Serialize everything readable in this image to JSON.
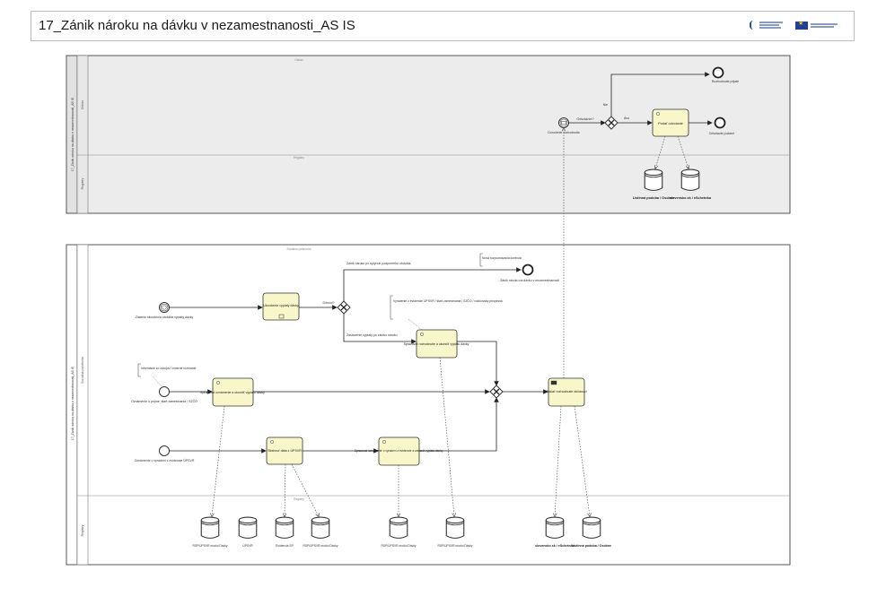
{
  "title": "17_Zánik nároku na dávku v nezamestnanosti_AS IS",
  "pools": {
    "top": {
      "name": "17_Zánik nároku na dávku v nezamestnanosti_AS IS",
      "lane1": "Občan",
      "lane2": "Registry"
    },
    "bottom": {
      "name": "17_Zánik nároku na dávku v nezamestnanosti_AS IS",
      "lane1": "Sociálna poisťovňa",
      "lane2": "Registry"
    }
  },
  "events": {
    "top_start": "Doručenie rozhodnutia",
    "end_appeal": "Rozhodnutie prijaté",
    "end_done": "Odvolanie podané",
    "start_eligible": "Zistenie skončenia obdobia výplaty dávky",
    "start_notice": "Oznámenie o príjme, štart zamestnania / SZČO",
    "start_delete": "Oznámenie o vyradení z evidencie ÚPSVR",
    "end_no_action": "Zánik nároku na dávku v nezamestnanosti"
  },
  "gateways": {
    "top": "Odvolanie?",
    "top_no": "Nie",
    "top_yes": "Áno",
    "bottom": "Dôvod?",
    "upper_branch": "Zánik nároku po uplynutí podporného obdobia",
    "lower_branch": "Zastavenie výplaty po zániku nároku"
  },
  "tasks": {
    "appeal": "Podať odvolanie",
    "end_payout": "Ukončenie výplaty dávky",
    "process_notice": "Spracovať oznámenie a ukončiť výplatu dávky",
    "load_data": "Stiahnuť dáta z ÚPSVR",
    "decide": "Spracovať rozhodnutie a ukončiť výplatu dávky",
    "process_delete": "Spracovať oznámenie o vyradení z evidencie a zastaviť výplatu dávky",
    "send": "Zaslať rozhodnutie občanovi"
  },
  "annotations": {
    "no_decision": "Nová rozpoznávacia kontrola",
    "decision_reasons": "Vyradenie z evidencie ÚPSVR / štart zamestnania / SZČO / rodičovský príspevok",
    "info_source": "Informácie zo zdrojov / externé rozhranie"
  },
  "stores": {
    "top_a": "Listinná podoba / Osobne",
    "top_b": "slovensko.sk / eSchránka",
    "s1": "RSP/ÚPSVR modul Dávky",
    "s2": "ÚPSVR",
    "s3": "Evidencia SP",
    "s4": "RSP/ÚPSVR modul Dávky",
    "s5": "RSP/ÚPSVR modul Dávky",
    "s6": "RSP/ÚPSVR modul Dávky",
    "s7": "slovensko.sk / eSchránka",
    "s8": "Listinná podoba / Osobne"
  }
}
